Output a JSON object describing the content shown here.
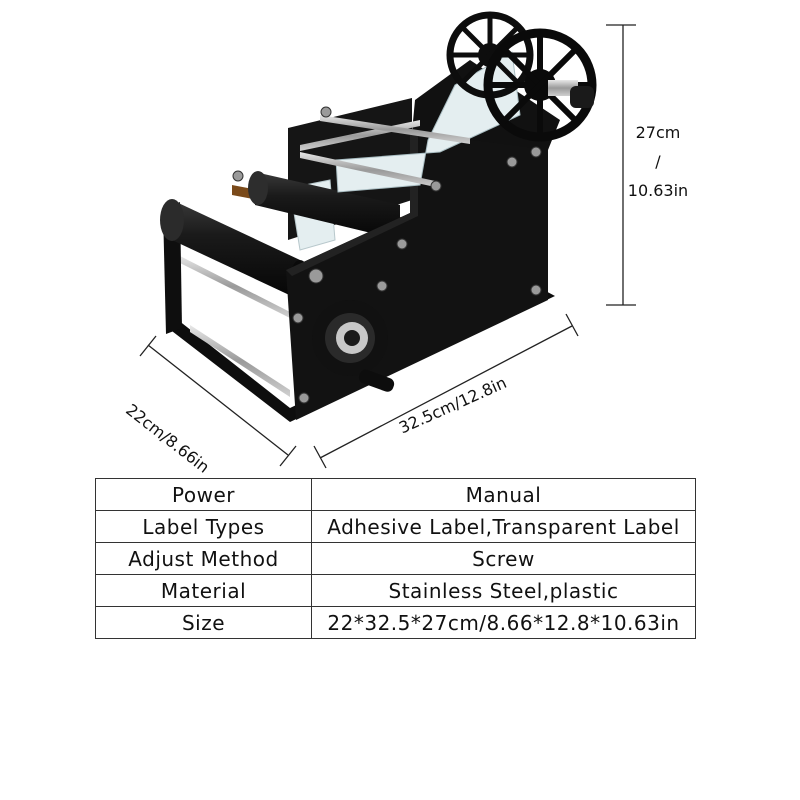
{
  "dimensions": {
    "height_line1": "27cm",
    "height_line2": "/",
    "height_line3": "10.63in",
    "depth": "22cm/8.66in",
    "width": "32.5cm/12.8in"
  },
  "specs": [
    {
      "label": "Power",
      "value": "Manual"
    },
    {
      "label": "Label Types",
      "value": "Adhesive Label,Transparent Label"
    },
    {
      "label": "Adjust Method",
      "value": "Screw"
    },
    {
      "label": "Material",
      "value": "Stainless Steel,plastic"
    },
    {
      "label": "Size",
      "value": "22*32.5*27cm/8.66*12.8*10.63in"
    }
  ],
  "colors": {
    "machine": "#111111",
    "label_roll": "#e4eef0",
    "metal": "#b8b8b8"
  }
}
